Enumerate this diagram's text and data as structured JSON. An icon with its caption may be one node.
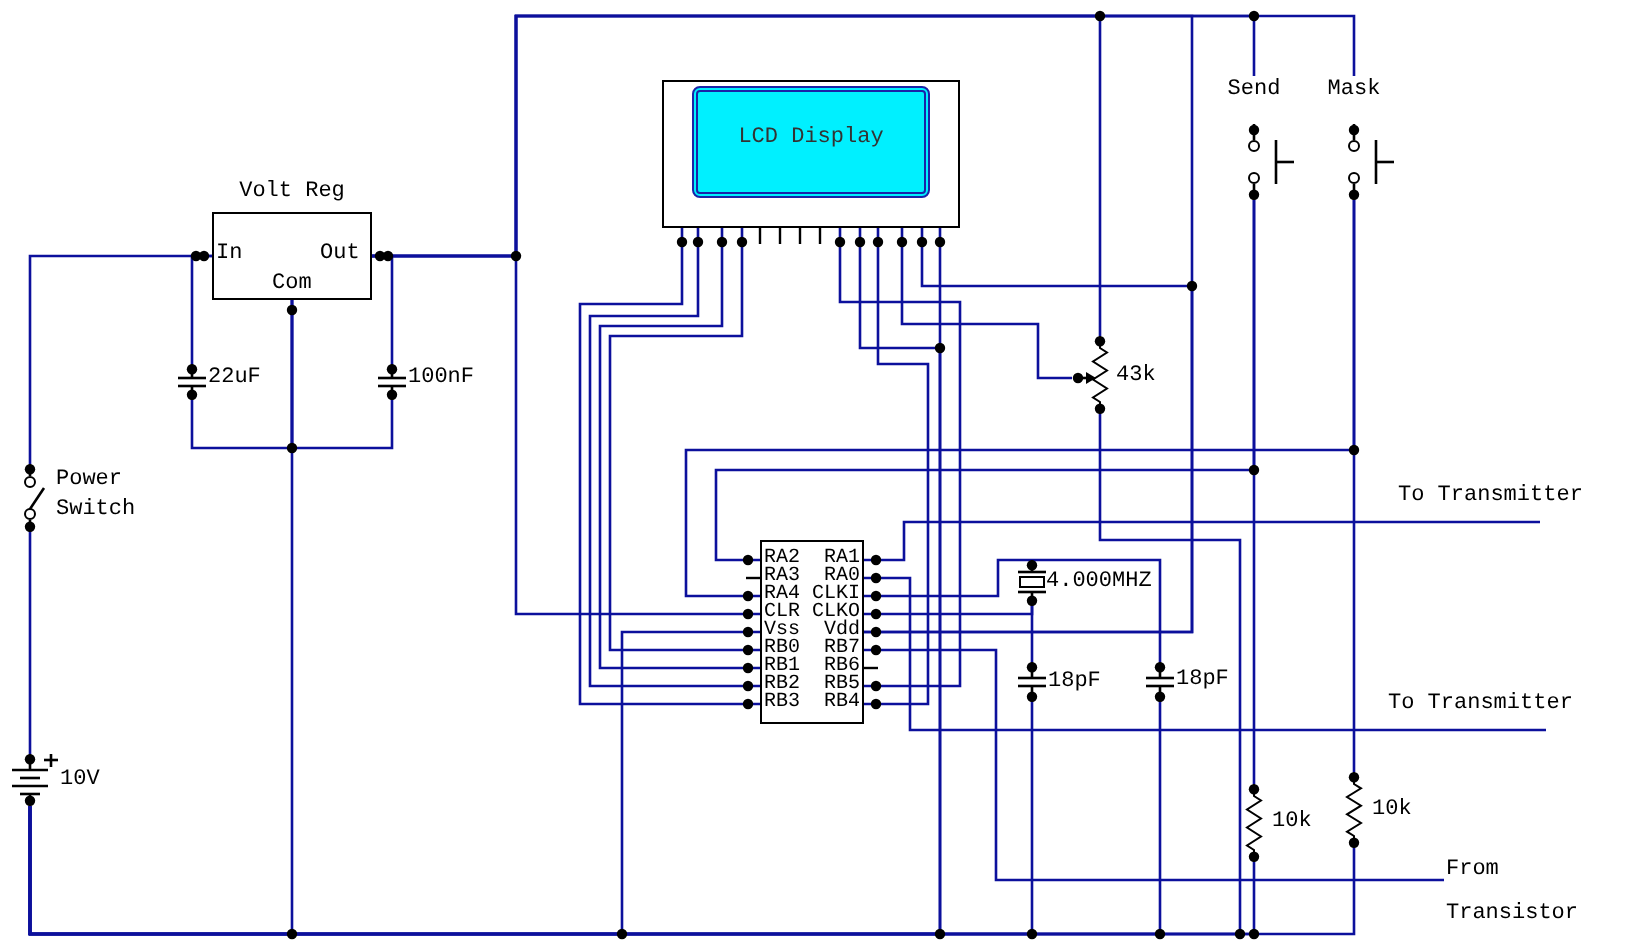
{
  "diagram": {
    "nodes": [
      {
        "text": [
          "Volt Reg",
          "In",
          "Out",
          "Com"
        ]
      },
      {
        "text": [
          "22uF"
        ]
      },
      {
        "text": [
          "100nF"
        ]
      },
      {
        "text": [
          "Power Switch"
        ]
      },
      {
        "text": [
          "10V"
        ]
      },
      {
        "text": [
          "LCD Display"
        ]
      },
      {
        "text": [
          "RA2",
          "RA1",
          "RA3",
          "RA0",
          "RA4",
          "CLKI",
          "CLR",
          "CLKO",
          "Vss",
          "Vdd",
          "RB0",
          "RB7",
          "RB1",
          "RB6",
          "RB2",
          "RB5",
          "RB3",
          "RB4"
        ]
      },
      {
        "text": [
          "43k"
        ]
      },
      {
        "text": [
          "Send"
        ]
      },
      {
        "text": [
          "Mask"
        ]
      },
      {
        "text": [
          "4.000MHZ"
        ]
      },
      {
        "text": [
          "18pF"
        ]
      },
      {
        "text": [
          "18pF"
        ]
      },
      {
        "text": [
          "10k"
        ]
      },
      {
        "text": [
          "10k"
        ]
      },
      {
        "text": [
          "To Transmitter"
        ]
      },
      {
        "text": [
          "To Transmitter"
        ]
      },
      {
        "text": [
          "From Transistor"
        ]
      }
    ],
    "edges": [
      {
        "from": 0,
        "to": 4,
        "arrow": "none"
      },
      {
        "from": 1,
        "to": 0,
        "arrow": "none"
      },
      {
        "from": 2,
        "to": 0,
        "arrow": "none"
      },
      {
        "from": 0,
        "to": 1,
        "arrow": "none"
      },
      {
        "from": 0,
        "to": 2,
        "arrow": "none"
      },
      {
        "from": 3,
        "to": 0,
        "arrow": "none"
      },
      {
        "from": 4,
        "to": 3,
        "arrow": "none"
      },
      {
        "from": 6,
        "to": 4,
        "arrow": "none"
      },
      {
        "from": 11,
        "to": 4,
        "arrow": "none"
      },
      {
        "from": 12,
        "to": 4,
        "arrow": "none"
      },
      {
        "from": 7,
        "to": 4,
        "arrow": "none"
      },
      {
        "from": 13,
        "to": 4,
        "arrow": "none"
      },
      {
        "from": 14,
        "to": 4,
        "arrow": "none"
      },
      {
        "from": 5,
        "to": 4,
        "arrow": "none"
      },
      {
        "from": 5,
        "to": 4,
        "arrow": "none"
      },
      {
        "from": 0,
        "to": 6,
        "arrow": "none"
      },
      {
        "from": 0,
        "to": 7,
        "arrow": "none"
      },
      {
        "from": 0,
        "to": 8,
        "arrow": "none"
      },
      {
        "from": 0,
        "to": 9,
        "arrow": "none"
      },
      {
        "from": 0,
        "to": 6,
        "arrow": "none"
      },
      {
        "from": 5,
        "to": 6,
        "arrow": "none"
      },
      {
        "from": 5,
        "to": 7,
        "arrow": "none"
      },
      {
        "from": 5,
        "to": 6,
        "arrow": "none"
      },
      {
        "from": 5,
        "to": 6,
        "arrow": "none"
      },
      {
        "from": 5,
        "to": 6,
        "arrow": "none"
      },
      {
        "from": 5,
        "to": 6,
        "arrow": "none"
      },
      {
        "from": 5,
        "to": 6,
        "arrow": "none"
      },
      {
        "from": 5,
        "to": 6,
        "arrow": "none"
      },
      {
        "from": 6,
        "to": 8,
        "arrow": "none"
      },
      {
        "from": 6,
        "to": 9,
        "arrow": "none"
      },
      {
        "from": 8,
        "to": 13,
        "arrow": "none"
      },
      {
        "from": 9,
        "to": 14,
        "arrow": "none"
      },
      {
        "from": 6,
        "to": 15,
        "arrow": "none"
      },
      {
        "from": 6,
        "to": 16,
        "arrow": "none"
      },
      {
        "from": 6,
        "to": 17,
        "arrow": "none"
      },
      {
        "from": 6,
        "to": 10,
        "arrow": "none"
      },
      {
        "from": 6,
        "to": 10,
        "arrow": "none"
      },
      {
        "from": 10,
        "to": 11,
        "arrow": "none"
      },
      {
        "from": 10,
        "to": 12,
        "arrow": "none"
      }
    ]
  }
}
